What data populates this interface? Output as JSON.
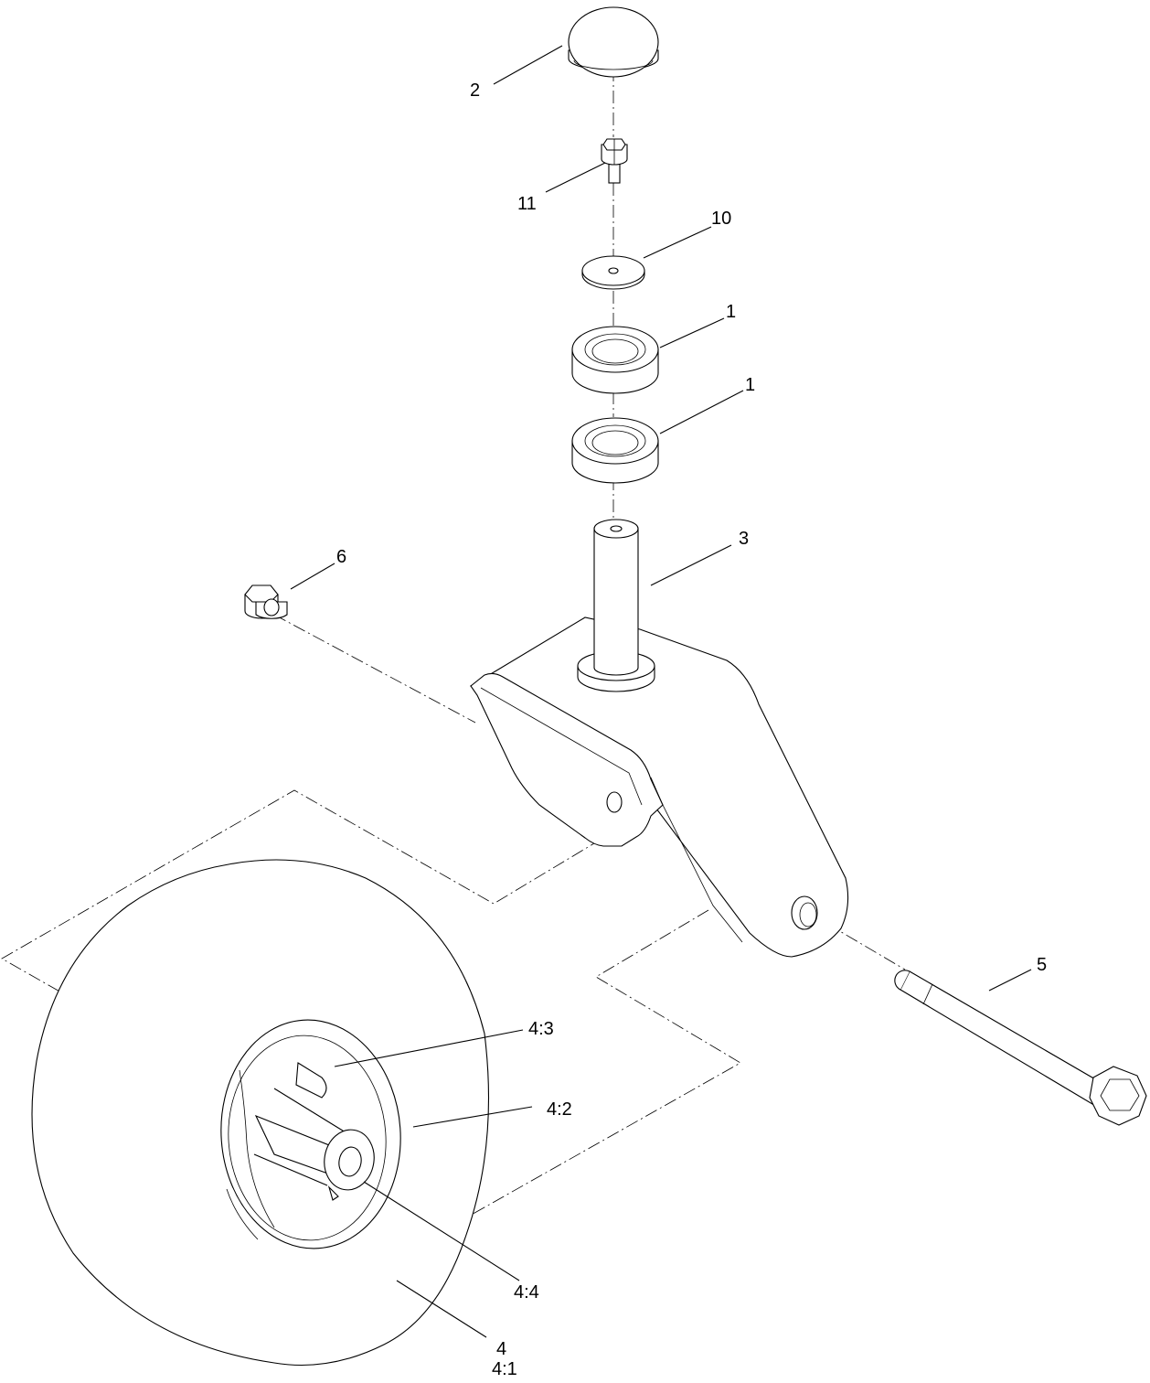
{
  "callouts": {
    "cap": "2",
    "bolt": "11",
    "washer": "10",
    "bearing_upper": "1",
    "bearing_lower": "1",
    "fork": "3",
    "nut": "6",
    "axle_bolt": "5",
    "spacer": "4:3",
    "rim": "4:2",
    "bushing": "4:4",
    "wheel_assembly": "4",
    "tire": "4:1"
  }
}
